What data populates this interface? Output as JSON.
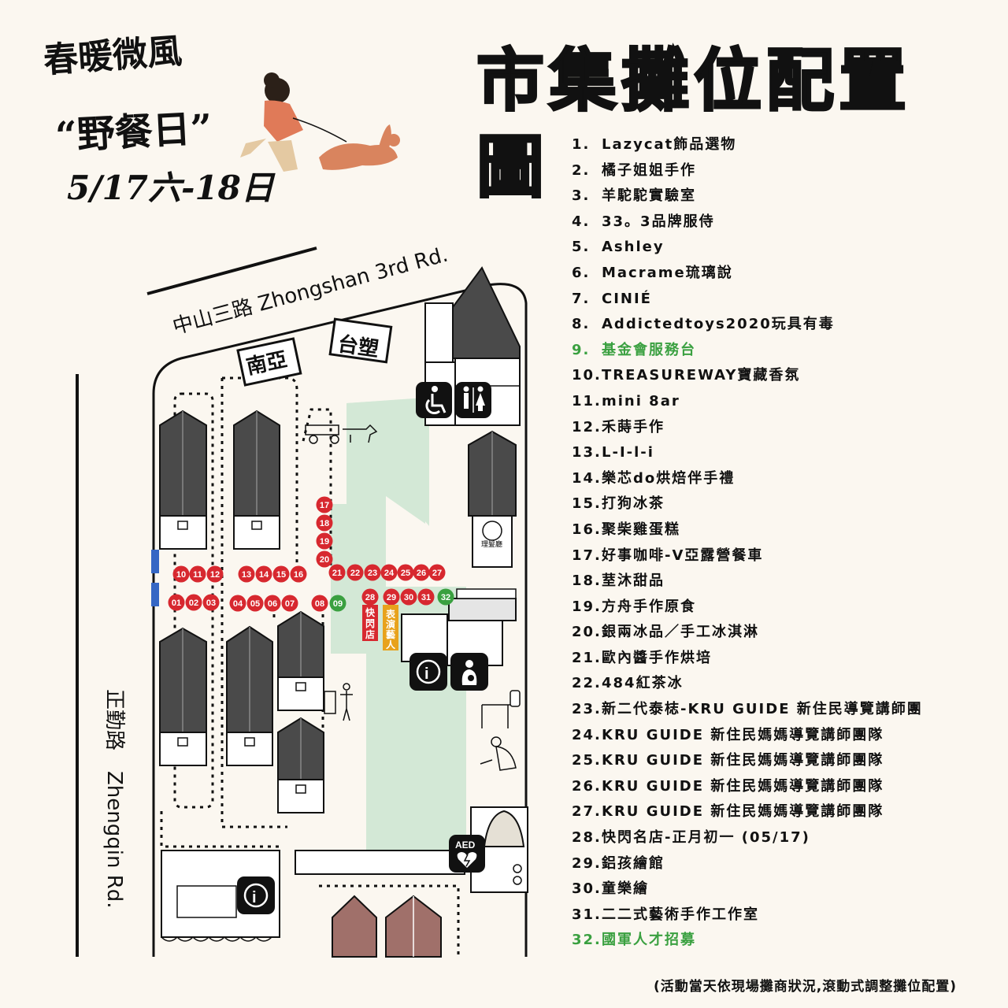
{
  "header": {
    "title": "市集攤位配置圖",
    "event_title": "春暖微風",
    "event_subtitle": "“野餐日”",
    "event_dates": "5/17六-18日"
  },
  "roads": {
    "north": "中山三路 Zhongshan 3rd Rd.",
    "west": "正勤路　Zhengqin Rd."
  },
  "signs": {
    "nanya": "南亞",
    "taisu": "台塑",
    "popup_store": "快閃店",
    "performer": "表演藝人",
    "aed": "AED",
    "building": "理髮廳"
  },
  "stalls": [
    {
      "no": "01",
      "color": "red"
    },
    {
      "no": "02",
      "color": "red"
    },
    {
      "no": "03",
      "color": "red"
    },
    {
      "no": "04",
      "color": "red"
    },
    {
      "no": "05",
      "color": "red"
    },
    {
      "no": "06",
      "color": "red"
    },
    {
      "no": "07",
      "color": "red"
    },
    {
      "no": "08",
      "color": "red"
    },
    {
      "no": "09",
      "color": "green"
    },
    {
      "no": "10",
      "color": "red"
    },
    {
      "no": "11",
      "color": "red"
    },
    {
      "no": "12",
      "color": "red"
    },
    {
      "no": "13",
      "color": "red"
    },
    {
      "no": "14",
      "color": "red"
    },
    {
      "no": "15",
      "color": "red"
    },
    {
      "no": "16",
      "color": "red"
    },
    {
      "no": "17",
      "color": "red"
    },
    {
      "no": "18",
      "color": "red"
    },
    {
      "no": "19",
      "color": "red"
    },
    {
      "no": "20",
      "color": "red"
    },
    {
      "no": "21",
      "color": "red"
    },
    {
      "no": "22",
      "color": "red"
    },
    {
      "no": "23",
      "color": "red"
    },
    {
      "no": "24",
      "color": "red"
    },
    {
      "no": "25",
      "color": "red"
    },
    {
      "no": "26",
      "color": "red"
    },
    {
      "no": "27",
      "color": "red"
    },
    {
      "no": "28",
      "color": "red"
    },
    {
      "no": "29",
      "color": "red"
    },
    {
      "no": "30",
      "color": "red"
    },
    {
      "no": "31",
      "color": "red"
    },
    {
      "no": "32",
      "color": "green"
    }
  ],
  "legend": [
    {
      "num": "1.",
      "label": "Lazycat飾品選物",
      "color": "black"
    },
    {
      "num": "2.",
      "label": "橘子姐姐手作",
      "color": "black"
    },
    {
      "num": "3.",
      "label": "羊駝駝實驗室",
      "color": "black"
    },
    {
      "num": "4.",
      "label": "33。3品牌服侍",
      "color": "black"
    },
    {
      "num": "5.",
      "label": "Ashley",
      "color": "black"
    },
    {
      "num": "6.",
      "label": "Macrame琉璃說",
      "color": "black"
    },
    {
      "num": "7.",
      "label": "CINIÉ",
      "color": "black"
    },
    {
      "num": "8.",
      "label": "Addictedtoys2020玩具有毒",
      "color": "black"
    },
    {
      "num": "9.",
      "label": "基金會服務台",
      "color": "green"
    },
    {
      "num": "10.",
      "label": "TREASUREWAY寶藏香氛",
      "color": "black"
    },
    {
      "num": "11.",
      "label": "mini 8ar",
      "color": "black"
    },
    {
      "num": "12.",
      "label": "禾蒔手作",
      "color": "black"
    },
    {
      "num": "13.",
      "label": "L-I-l-i",
      "color": "black"
    },
    {
      "num": "14.",
      "label": "樂芯do烘焙伴手禮",
      "color": "black"
    },
    {
      "num": "15.",
      "label": "打狗冰茶",
      "color": "black"
    },
    {
      "num": "16.",
      "label": "聚柴雞蛋糕",
      "color": "black"
    },
    {
      "num": "17.",
      "label": "好事咖啡-V亞露營餐車",
      "color": "black"
    },
    {
      "num": "18.",
      "label": "荎沐甜品",
      "color": "black"
    },
    {
      "num": "19.",
      "label": "方舟手作原食",
      "color": "black"
    },
    {
      "num": "20.",
      "label": "銀兩冰品／手工冰淇淋",
      "color": "black"
    },
    {
      "num": "21.",
      "label": "歐內醬手作烘培",
      "color": "black"
    },
    {
      "num": "22.",
      "label": "484紅茶冰",
      "color": "black"
    },
    {
      "num": "23.",
      "label": "新二代泰梽-KRU GUIDE 新住民導覽講師團",
      "color": "black"
    },
    {
      "num": "24.",
      "label": "KRU GUIDE 新住民媽媽導覽講師團隊",
      "color": "black"
    },
    {
      "num": "25.",
      "label": "KRU GUIDE 新住民媽媽導覽講師團隊",
      "color": "black"
    },
    {
      "num": "26.",
      "label": "KRU GUIDE 新住民媽媽導覽講師團隊",
      "color": "black"
    },
    {
      "num": "27.",
      "label": "KRU GUIDE 新住民媽媽導覽講師團隊",
      "color": "black"
    },
    {
      "num": "28.",
      "label": "快閃名店-正月初一 (05/17)",
      "color": "black"
    },
    {
      "num": "29.",
      "label": "鋁孩繪館",
      "color": "black"
    },
    {
      "num": "30.",
      "label": "童樂繪",
      "color": "black"
    },
    {
      "num": "31.",
      "label": "二二式藝術手作工作室",
      "color": "black"
    },
    {
      "num": "32.",
      "label": "國軍人才招募",
      "color": "green"
    }
  ],
  "disclaimer": "(活動當天依現場攤商狀況,滾動式調整攤位配置)",
  "colors": {
    "background": "#fbf7f0",
    "stall_red": "#d7282f",
    "stall_green": "#3aa040",
    "park_green": "#d3e8d6",
    "roof_gray": "#4a4a4a",
    "popup_red": "#d7282f",
    "performer_orange": "#e8a21c",
    "marker_blue": "#3567c4"
  },
  "icons": [
    "wheelchair-icon",
    "restroom-icon",
    "info-icon",
    "nursing-room-icon",
    "aed-icon",
    "woman-walking-dog-illustration",
    "ox-cart-icon",
    "bell-icon",
    "bench-icon",
    "traffic-light-icon"
  ]
}
